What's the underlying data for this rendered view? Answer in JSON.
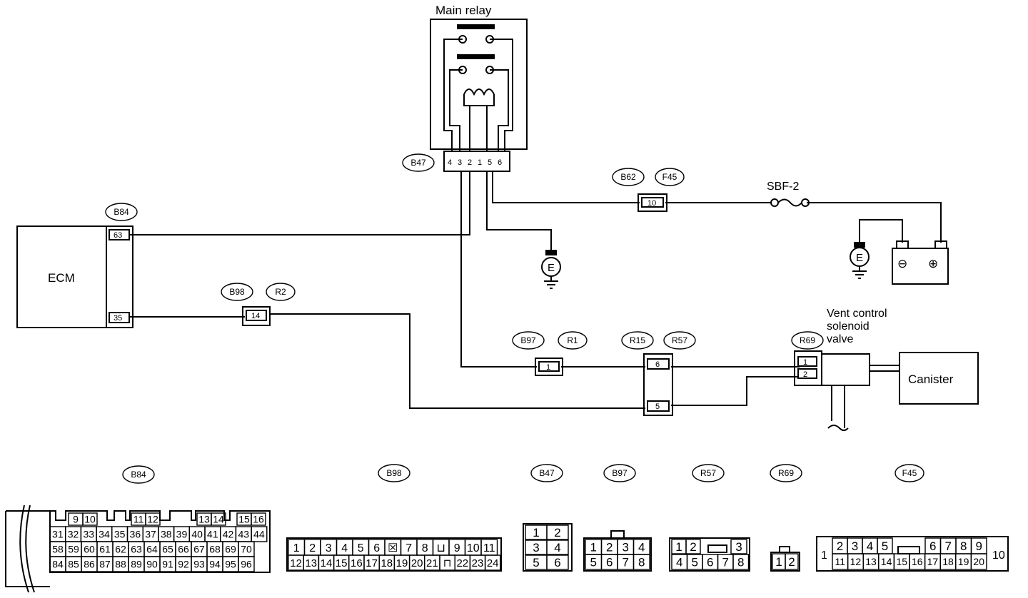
{
  "components": {
    "main_relay": "Main relay",
    "ecm": "ECM",
    "fuse": "SBF-2",
    "vent_valve_line1": "Vent control",
    "vent_valve_line2": "solenoid",
    "vent_valve_line3": "valve",
    "canister": "Canister",
    "ground_symbol": "E",
    "battery_minus": "⊖",
    "battery_plus": "⊕"
  },
  "connector_ids": {
    "b47": "B47",
    "b62": "B62",
    "f45": "F45",
    "b84": "B84",
    "b98": "B98",
    "r2": "R2",
    "b97": "B97",
    "r1": "R1",
    "r15": "R15",
    "r57": "R57",
    "r69": "R69"
  },
  "pins": {
    "ecm_63": "63",
    "ecm_35": "35",
    "b62_10": "10",
    "b98_14": "14",
    "b97_1": "1",
    "r57_top": "6",
    "r57_bottom": "5",
    "r69_1": "1",
    "r69_2": "2",
    "relay_pins": [
      "4",
      "3",
      "2",
      "1",
      "5",
      "6"
    ]
  },
  "connector_views": {
    "b84_label": "B84",
    "b98_label": "B98",
    "b47_label": "B47",
    "b97_label": "B97",
    "r57_label": "R57",
    "r69_label": "R69",
    "f45_label": "F45",
    "b84_row1": [
      "9",
      "10",
      "11",
      "12",
      "13",
      "14",
      "15",
      "16"
    ],
    "b84_row2": [
      "31",
      "32",
      "33",
      "34",
      "35",
      "36",
      "37",
      "38",
      "39",
      "40",
      "41",
      "42",
      "43",
      "44"
    ],
    "b84_row3": [
      "58",
      "59",
      "60",
      "61",
      "62",
      "63",
      "64",
      "65",
      "66",
      "67",
      "68",
      "69",
      "70"
    ],
    "b84_row4": [
      "84",
      "85",
      "86",
      "87",
      "88",
      "89",
      "90",
      "91",
      "92",
      "93",
      "94",
      "95",
      "96"
    ],
    "b98_row1": [
      "1",
      "2",
      "3",
      "4",
      "5",
      "6",
      "☒",
      "7",
      "8",
      "⊔",
      "9",
      "10",
      "11"
    ],
    "b98_row2": [
      "12",
      "13",
      "14",
      "15",
      "16",
      "17",
      "18",
      "19",
      "20",
      "21",
      "⊓",
      "22",
      "23",
      "24"
    ],
    "b47_pins": [
      "1",
      "2",
      "3",
      "4",
      "5",
      "6"
    ],
    "b97_row1": [
      "1",
      "2",
      "3",
      "4"
    ],
    "b97_row2": [
      "5",
      "6",
      "7",
      "8"
    ],
    "r57_row1": [
      "1",
      "2",
      "3"
    ],
    "r57_row2": [
      "4",
      "5",
      "6",
      "7",
      "8"
    ],
    "r69_pins": [
      "1",
      "2"
    ],
    "f45_left": "1",
    "f45_right": "10",
    "f45_row1a": [
      "2",
      "3",
      "4",
      "5"
    ],
    "f45_row1b": [
      "6",
      "7",
      "8",
      "9"
    ],
    "f45_row2": [
      "11",
      "12",
      "13",
      "14",
      "15",
      "16",
      "17",
      "18",
      "19",
      "20"
    ]
  }
}
